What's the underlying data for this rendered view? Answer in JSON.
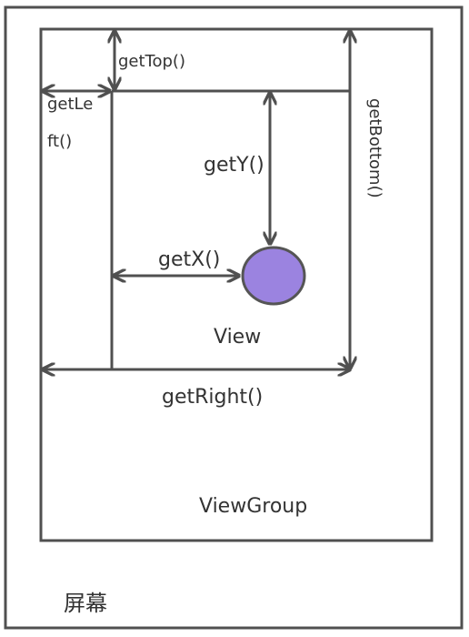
{
  "colors": {
    "line": "#505050",
    "text": "#333333",
    "circle_fill": "#9b83e0",
    "circle_stroke": "#555555",
    "background": "#ffffff"
  },
  "labels": {
    "screen": "屏幕",
    "viewgroup": "ViewGroup",
    "view": "View",
    "get_top": "getTop()",
    "get_left_line1": "getLe",
    "get_left_line2": "ft()",
    "get_bottom": "getBottom()",
    "get_right": "getRight()",
    "get_x": "getX()",
    "get_y": "getY()"
  }
}
